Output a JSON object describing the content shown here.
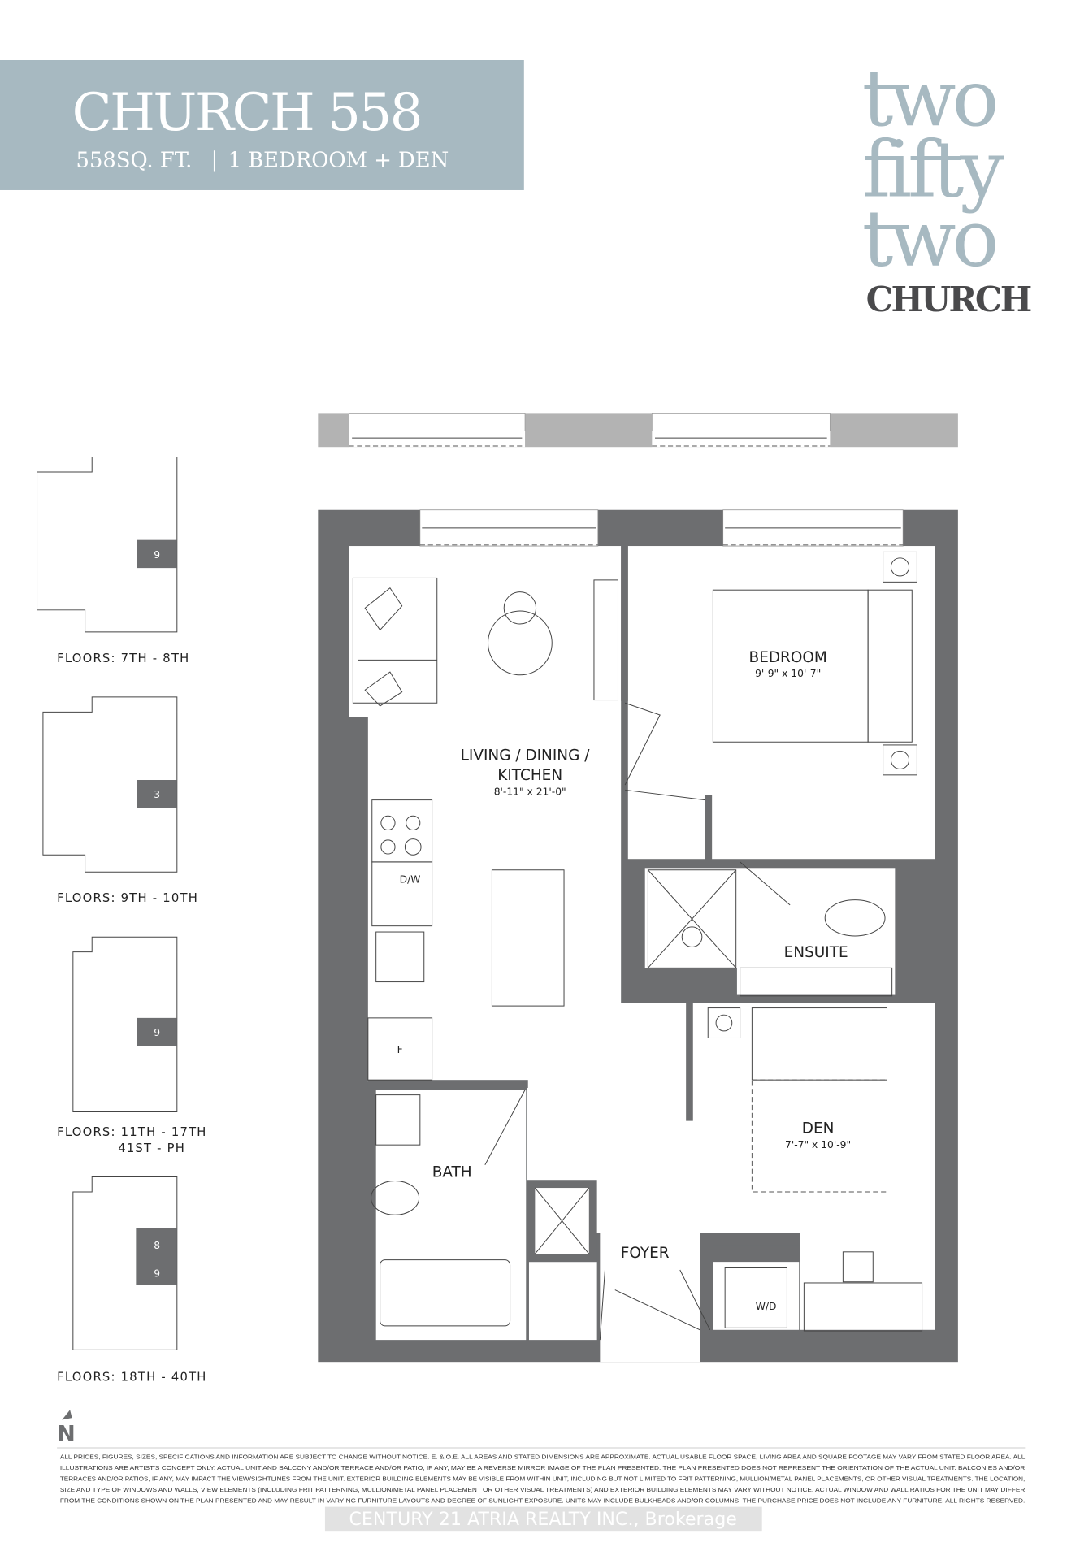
{
  "header": {
    "title": "CHURCH 558",
    "size": "558SQ. FT.",
    "separator": "|",
    "type": "1 BEDROOM + DEN",
    "band_color": "#a7b9c1"
  },
  "logo": {
    "line1": "two",
    "line2": "fifty",
    "line3": "two",
    "line4": "CHURCH",
    "color_light": "#a7b9c1",
    "color_dark": "#4a4a4c"
  },
  "rooms": {
    "living": {
      "label_1": "LIVING / DINING /",
      "label_2": "KITCHEN",
      "dims": "8'-11\" x 21'-0\""
    },
    "bedroom": {
      "label": "BEDROOM",
      "dims": "9'-9\" x 10'-7\""
    },
    "ensuite": {
      "label": "ENSUITE"
    },
    "den": {
      "label": "DEN",
      "dims": "7'-7\" x 10'-9\""
    },
    "bath": {
      "label": "BATH"
    },
    "foyer": {
      "label": "FOYER"
    },
    "dw": "D/W",
    "fridge": "F",
    "wd": "W/D"
  },
  "key_plans": [
    {
      "unit_labels": [
        "9"
      ],
      "floors": "FLOORS: 7TH - 8TH"
    },
    {
      "unit_labels": [
        "3"
      ],
      "floors": "FLOORS: 9TH - 10TH"
    },
    {
      "unit_labels": [
        "9"
      ],
      "floors": "FLOORS: 11TH - 17TH",
      "floors_2": "41ST - PH"
    },
    {
      "unit_labels": [
        "8",
        "9"
      ],
      "floors": "FLOORS: 18TH - 40TH"
    }
  ],
  "north": "N",
  "disclaimer": [
    "ALL PRICES, FIGURES, SIZES, SPECIFICATIONS AND INFORMATION ARE SUBJECT TO CHANGE WITHOUT NOTICE. E. & O.E. ALL AREAS AND STATED DIMENSIONS ARE APPROXIMATE. ACTUAL USABLE FLOOR SPACE, LIVING AREA AND SQUARE FOOTAGE MAY VARY FROM STATED FLOOR AREA. ALL",
    "ILLUSTRATIONS ARE ARTIST'S CONCEPT ONLY. ACTUAL UNIT AND BALCONY AND/OR TERRACE AND/OR PATIO, IF ANY, MAY BE A REVERSE MIRROR IMAGE OF THE PLAN PRESENTED. THE PLAN PRESENTED DOES NOT REPRESENT THE ORIENTATION OF THE ACTUAL UNIT. BALCONIES AND/OR",
    "TERRACES AND/OR PATIOS, IF ANY, MAY IMPACT THE VIEW/SIGHTLINES FROM THE UNIT. EXTERIOR BUILDING ELEMENTS MAY BE VISIBLE FROM WITHIN UNIT, INCLUDING BUT NOT LIMITED TO FRIT PATTERNING, MULLION/METAL PANEL PLACEMENTS, OR OTHER VISUAL TREATMENTS. THE LOCATION,",
    "SIZE AND TYPE OF WINDOWS AND WALLS, VIEW ELEMENTS (INCLUDING FRIT PATTERNING, MULLION/METAL PANEL PLACEMENT OR OTHER VISUAL TREATMENTS) AND EXTERIOR BUILDING ELEMENTS MAY VARY WITHOUT NOTICE. ACTUAL WINDOW AND WALL RATIOS FOR THE UNIT MAY DIFFER",
    "FROM THE CONDITIONS SHOWN ON THE PLAN PRESENTED AND MAY RESULT IN VARYING FURNITURE LAYOUTS AND DEGREE OF SUNLIGHT EXPOSURE. UNITS MAY INCLUDE BULKHEADS AND/OR COLUMNS. THE PURCHASE PRICE DOES NOT INCLUDE ANY FURNITURE. ALL RIGHTS RESERVED."
  ],
  "watermark": "CENTURY 21 ATRIA REALTY INC., Brokerage",
  "wall_color": "#6d6e70"
}
